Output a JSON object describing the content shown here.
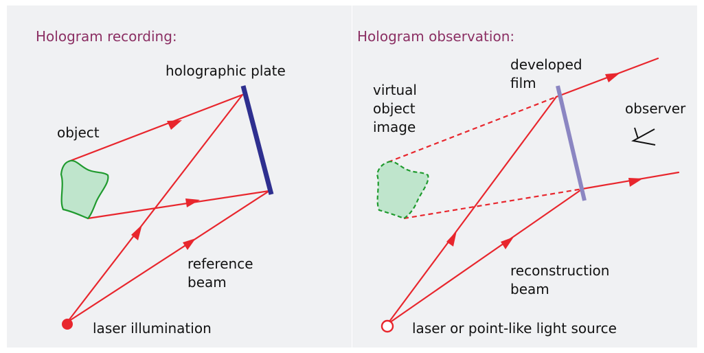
{
  "left_panel": {
    "title": "Hologram recording:",
    "labels": {
      "plate": "holographic plate",
      "object": "object",
      "reference": "reference\nbeam",
      "source": "laser illumination"
    }
  },
  "right_panel": {
    "title": "Hologram observation:",
    "labels": {
      "film": "developed\nfilm",
      "virtual": "virtual\nobject\nimage",
      "observer": "observer",
      "reconstruction": "reconstruction\nbeam",
      "source": "laser or point-like light source"
    }
  },
  "colors": {
    "beam": "#e8262d",
    "plate": "#2e2f8f",
    "film": "#8b86c2",
    "object_fill": "#bfe5cc",
    "object_stroke": "#1f9a2e",
    "title": "#8b2f63",
    "panel_bg": "#f0f1f3"
  }
}
